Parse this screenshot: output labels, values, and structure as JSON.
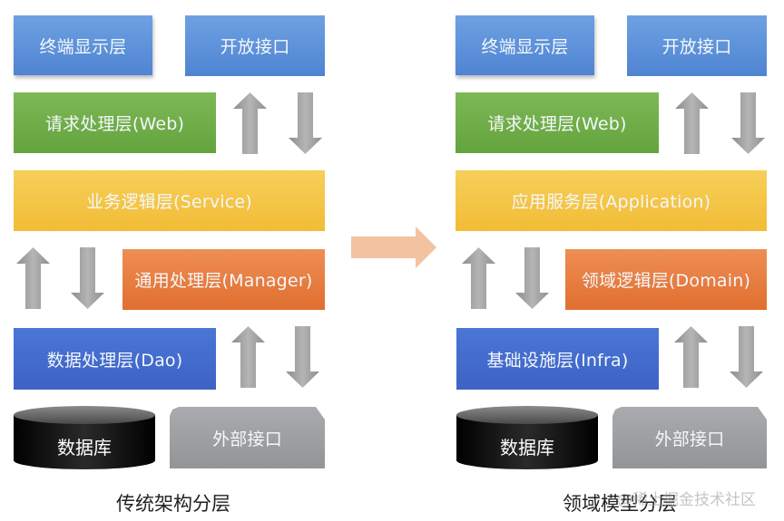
{
  "colors": {
    "terminal_blue": "#5b92db",
    "web_green": "#71ad49",
    "service_yellow": "#f4c544",
    "manager_orange": "#e67e3f",
    "dao_blue": "#436cce",
    "external_grey": "#9d9fa1",
    "database_black": "#111111",
    "transition_arrow": "#f3c2a1",
    "flow_arrow_grey": "#9a9a9a"
  },
  "left": {
    "caption": "传统架构分层",
    "terminal_display": "终端显示层",
    "open_interface": "开放接口",
    "web_layer": "请求处理层(Web)",
    "service_layer": "业务逻辑层(Service)",
    "manager_layer": "通用处理层(Manager)",
    "dao_layer": "数据处理层(Dao)",
    "database": "数据库",
    "external_interface": "外部接口"
  },
  "right": {
    "caption": "领域模型分层",
    "terminal_display": "终端显示层",
    "open_interface": "开放接口",
    "web_layer": "请求处理层(Web)",
    "application_layer": "应用服务层(Application)",
    "domain_layer": "领域逻辑层(Domain)",
    "infra_layer": "基础设施层(Infra)",
    "database": "数据库",
    "external_interface": "外部接口"
  },
  "watermark": "@稀土掘金技术社区"
}
